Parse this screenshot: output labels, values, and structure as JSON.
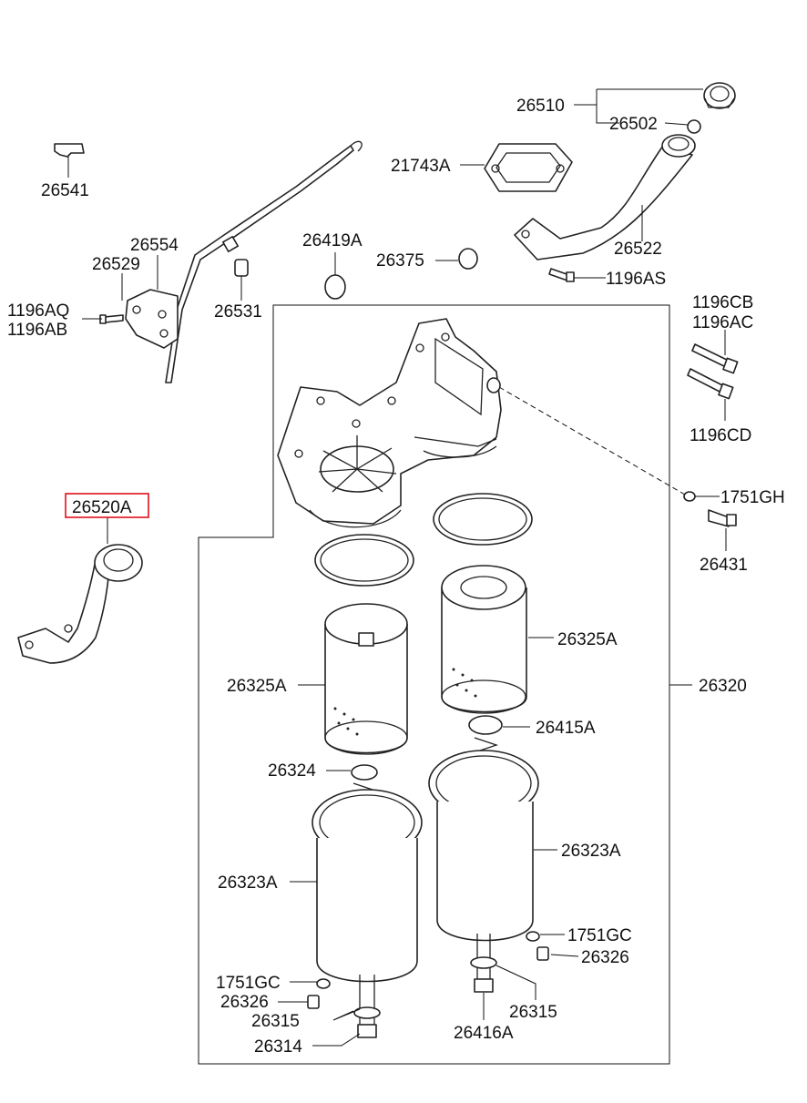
{
  "diagram": {
    "highlight_color": "#e0101a",
    "highlighted": "26520A",
    "labels": {
      "l26510": "26510",
      "l26502": "26502",
      "l21743A": "21743A",
      "l26541": "26541",
      "l26522": "26522",
      "l26554": "26554",
      "l26419A": "26419A",
      "l26529": "26529",
      "l26375": "26375",
      "l1196AS": "1196AS",
      "l1196AQ": "1196AQ",
      "l1196AB": "1196AB",
      "l26531": "26531",
      "l1196CB": "1196CB",
      "l1196AC": "1196AC",
      "l1196CD": "1196CD",
      "l26520A": "26520A",
      "l1751GH": "1751GH",
      "l26431": "26431",
      "l26325A_r": "26325A",
      "l26325A_l": "26325A",
      "l26320": "26320",
      "l26415A": "26415A",
      "l26324": "26324",
      "l26323A_r": "26323A",
      "l26323A_l": "26323A",
      "l1751GC_r": "1751GC",
      "l26326_r": "26326",
      "l1751GC_l": "1751GC",
      "l26326_l": "26326",
      "l26315_r": "26315",
      "l26315_l": "26315",
      "l26416A": "26416A",
      "l26314": "26314"
    }
  }
}
